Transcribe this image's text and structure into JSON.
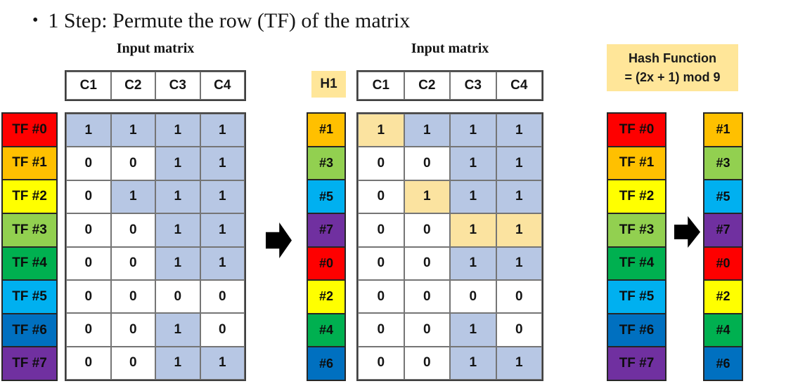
{
  "title": {
    "bullet": "•",
    "text": "1 Step: Permute the row (TF) of the matrix"
  },
  "colors": {
    "cell_one_fill": "#b7c7e4",
    "cell_highlight_fill": "#fbe3a0",
    "tan_box_fill": "#ffe699",
    "row_palette": {
      "red": "#fe0000",
      "orange": "#ffc000",
      "yellow": "#ffff00",
      "lightgreen": "#92d050",
      "green": "#00b050",
      "cyan": "#00b0f0",
      "blue": "#0070c0",
      "purple": "#7030a0"
    }
  },
  "left_matrix": {
    "title": "Input matrix",
    "col_headers": [
      "C1",
      "C2",
      "C3",
      "C4"
    ],
    "rows": [
      {
        "label": "TF #0",
        "color": "red",
        "values": [
          1,
          1,
          1,
          1
        ]
      },
      {
        "label": "TF #1",
        "color": "orange",
        "values": [
          0,
          0,
          1,
          1
        ]
      },
      {
        "label": "TF #2",
        "color": "yellow",
        "values": [
          0,
          1,
          1,
          1
        ]
      },
      {
        "label": "TF #3",
        "color": "lightgreen",
        "values": [
          0,
          0,
          1,
          1
        ]
      },
      {
        "label": "TF #4",
        "color": "green",
        "values": [
          0,
          0,
          1,
          1
        ]
      },
      {
        "label": "TF #5",
        "color": "cyan",
        "values": [
          0,
          0,
          0,
          0
        ]
      },
      {
        "label": "TF #6",
        "color": "blue",
        "values": [
          0,
          0,
          1,
          0
        ]
      },
      {
        "label": "TF #7",
        "color": "purple",
        "values": [
          0,
          0,
          1,
          1
        ]
      }
    ]
  },
  "middle_matrix": {
    "title": "Input matrix",
    "hash_header": "H1",
    "col_headers": [
      "C1",
      "C2",
      "C3",
      "C4"
    ],
    "rows": [
      {
        "label": "#1",
        "color": "orange",
        "values": [
          1,
          1,
          1,
          1
        ],
        "highlight_cols": [
          0
        ]
      },
      {
        "label": "#3",
        "color": "lightgreen",
        "values": [
          0,
          0,
          1,
          1
        ],
        "highlight_cols": []
      },
      {
        "label": "#5",
        "color": "cyan",
        "values": [
          0,
          1,
          1,
          1
        ],
        "highlight_cols": [
          1
        ]
      },
      {
        "label": "#7",
        "color": "purple",
        "values": [
          0,
          0,
          1,
          1
        ],
        "highlight_cols": [
          2,
          3
        ]
      },
      {
        "label": "#0",
        "color": "red",
        "values": [
          0,
          0,
          1,
          1
        ],
        "highlight_cols": []
      },
      {
        "label": "#2",
        "color": "yellow",
        "values": [
          0,
          0,
          0,
          0
        ],
        "highlight_cols": []
      },
      {
        "label": "#4",
        "color": "green",
        "values": [
          0,
          0,
          1,
          0
        ],
        "highlight_cols": []
      },
      {
        "label": "#6",
        "color": "blue",
        "values": [
          0,
          0,
          1,
          1
        ],
        "highlight_cols": []
      }
    ]
  },
  "hash_function": {
    "line1": "Hash Function",
    "line2": "= (2x + 1) mod 9"
  },
  "permutation_map": {
    "tf_column": [
      {
        "label": "TF #0",
        "color": "red"
      },
      {
        "label": "TF #1",
        "color": "orange"
      },
      {
        "label": "TF #2",
        "color": "yellow"
      },
      {
        "label": "TF #3",
        "color": "lightgreen"
      },
      {
        "label": "TF #4",
        "color": "green"
      },
      {
        "label": "TF #5",
        "color": "cyan"
      },
      {
        "label": "TF #6",
        "color": "blue"
      },
      {
        "label": "TF #7",
        "color": "purple"
      }
    ],
    "hash_column": [
      {
        "label": "#1",
        "color": "orange"
      },
      {
        "label": "#3",
        "color": "lightgreen"
      },
      {
        "label": "#5",
        "color": "cyan"
      },
      {
        "label": "#7",
        "color": "purple"
      },
      {
        "label": "#0",
        "color": "red"
      },
      {
        "label": "#2",
        "color": "yellow"
      },
      {
        "label": "#4",
        "color": "green"
      },
      {
        "label": "#6",
        "color": "blue"
      }
    ]
  }
}
